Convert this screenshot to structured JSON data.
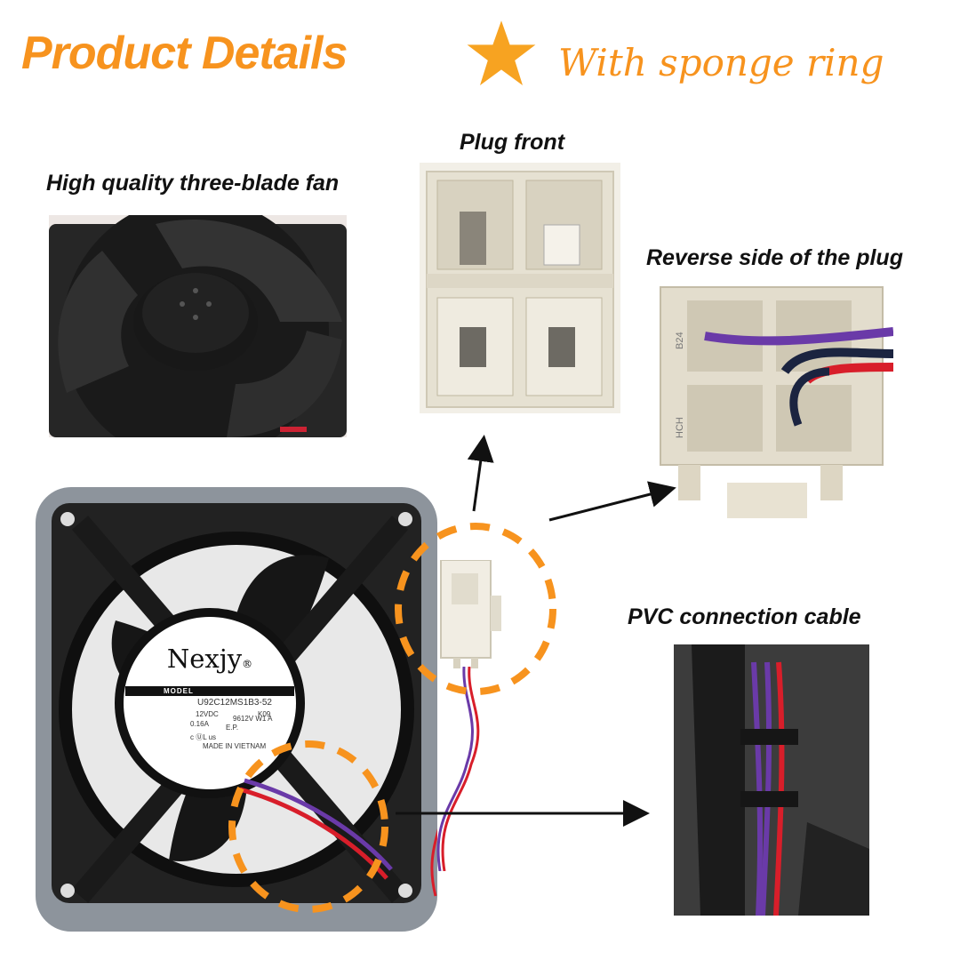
{
  "header": {
    "title": "Product Details",
    "subtitle": "With sponge ring"
  },
  "callouts": {
    "fan": "High quality three-blade fan",
    "plug_front": "Plug front",
    "plug_reverse": "Reverse side of the plug",
    "cable": "PVC connection cable"
  },
  "fan_sticker": {
    "brand": "Nexjy",
    "registered": "®",
    "model_label": "MODEL",
    "model": "U92C12MS1B3-52",
    "rev": "K09",
    "voltage": "12VDC",
    "current": "0.16A",
    "ep": "E.P.",
    "code": "9612V  W1  A",
    "ul": "c ⓊL us",
    "origin": "MADE IN VIETNAM"
  },
  "plug_markings": {
    "top": "B24",
    "side": "HCH"
  },
  "colors": {
    "accent": "#f7931e",
    "wire_red": "#d81e2a",
    "wire_purple": "#6a3aa8",
    "plug": "#ece8dc"
  }
}
